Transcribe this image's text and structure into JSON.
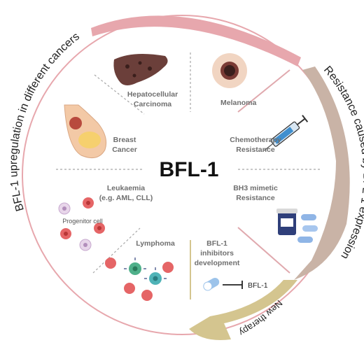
{
  "center_title": "BFL-1",
  "arcs": {
    "upregulation": "BFL-1 upregulation in different cancers",
    "resistance": "Resistance caused by BFL-1 expression",
    "therapy": "New therapy"
  },
  "segments": {
    "hepatocellular_line1": "Hepatocellular",
    "hepatocellular_line2": "Carcinoma",
    "melanoma": "Melanoma",
    "breast_line1": "Breast",
    "breast_line2": "Cancer",
    "chemo_line1": "Chemotherapy",
    "chemo_line2": "Resistance",
    "leukaemia_line1": "Leukaemia",
    "leukaemia_line2": "(e.g. AML, CLL)",
    "progenitor": "Progenitor cell",
    "bh3_line1": "BH3 mimetic",
    "bh3_line2": "Resistance",
    "lymphoma": "Lymphoma",
    "inhibitors_line1": "BFL-1",
    "inhibitors_line2": "inhibitors",
    "inhibitors_line3": "development",
    "inhibit_target": "BFL-1"
  },
  "colors": {
    "upregulation_arc": "#e7a7ad",
    "resistance_arc": "#c9b3a6",
    "therapy_arc": "#d4c58f",
    "divider": "#a7a7a7",
    "divider_accent": "#e0a9ae",
    "label": "#6f6f6f"
  }
}
